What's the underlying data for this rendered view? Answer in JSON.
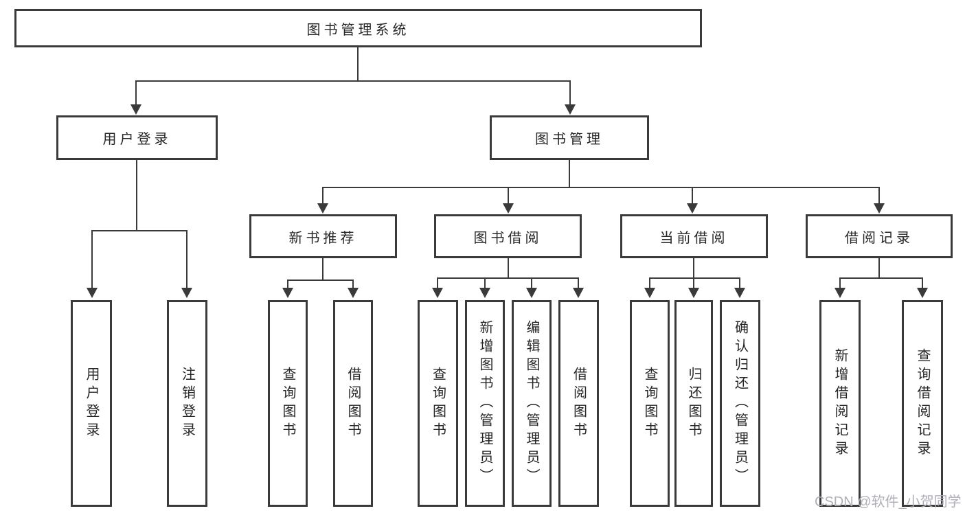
{
  "tree": {
    "root": {
      "label": "图书管理系统"
    },
    "branches": [
      {
        "label": "用户登录",
        "children": [
          {
            "label": "用户登录"
          },
          {
            "label": "注销登录"
          }
        ]
      },
      {
        "label": "图书管理",
        "children": [
          {
            "label": "新书推荐",
            "children": [
              {
                "label": "查询图书"
              },
              {
                "label": "借阅图书"
              }
            ]
          },
          {
            "label": "图书借阅",
            "children": [
              {
                "label": "查询图书"
              },
              {
                "label": "新增图书（管理员）"
              },
              {
                "label": "编辑图书（管理员）"
              },
              {
                "label": "借阅图书"
              }
            ]
          },
          {
            "label": "当前借阅",
            "children": [
              {
                "label": "查询图书"
              },
              {
                "label": "归还图书"
              },
              {
                "label": "确认归还（管理员）"
              }
            ]
          },
          {
            "label": "借阅记录",
            "children": [
              {
                "label": "新增借阅记录"
              },
              {
                "label": "查询借阅记录"
              }
            ]
          }
        ]
      }
    ]
  },
  "watermark": {
    "text": "CSDN @软件_小贺同学"
  },
  "colors": {
    "line": "#3a3a3a",
    "text": "#262626",
    "background": "#ffffff",
    "watermark": "#b2aeb8"
  }
}
